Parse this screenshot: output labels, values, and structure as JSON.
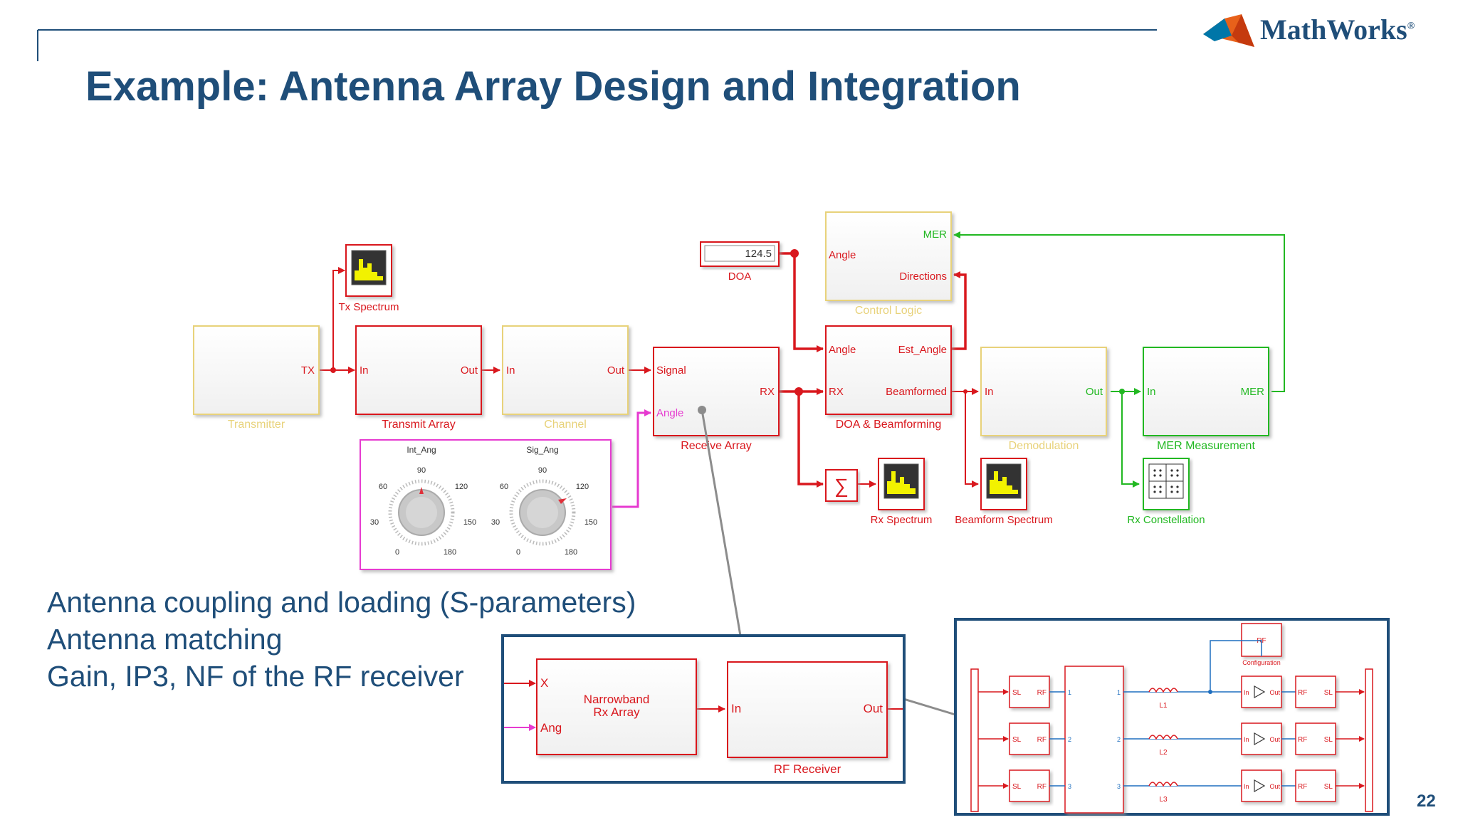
{
  "slide": {
    "title": "Example: Antenna Array Design and Integration",
    "logo": "MathWorks",
    "page_number": "22"
  },
  "bullets": [
    "Antenna coupling and loading (S-parameters)",
    "Antenna matching",
    "Gain, IP3, NF of the RF receiver"
  ],
  "model": {
    "transmitter": {
      "name": "Transmitter",
      "port_out": "TX"
    },
    "tx_spectrum": {
      "name": "Tx Spectrum"
    },
    "transmit_array": {
      "name": "Transmit Array",
      "port_in": "In",
      "port_out": "Out"
    },
    "channel": {
      "name": "Channel",
      "port_in": "In",
      "port_out": "Out"
    },
    "receive_array": {
      "name": "Receive Array",
      "port_signal": "Signal",
      "port_angle": "Angle",
      "port_out": "RX"
    },
    "doa_display": {
      "name": "DOA",
      "value": "124.5"
    },
    "control_logic": {
      "name": "Control Logic",
      "port_angle": "Angle",
      "port_mer": "MER",
      "port_directions": "Directions"
    },
    "doa_beamforming": {
      "name": "DOA & Beamforming",
      "port_angle": "Angle",
      "port_rx": "RX",
      "port_est_angle": "Est_Angle",
      "port_beamformed": "Beamformed"
    },
    "demodulation": {
      "name": "Demodulation",
      "port_in": "In",
      "port_out": "Out"
    },
    "mer_measurement": {
      "name": "MER Measurement",
      "port_in": "In",
      "port_out": "MER"
    },
    "rx_spectrum": {
      "name": "Rx Spectrum"
    },
    "beamform_spectrum": {
      "name": "Beamform Spectrum"
    },
    "rx_constellation": {
      "name": "Rx Constellation"
    },
    "knobs": {
      "knob1": {
        "label": "Int_Ang",
        "ticks": [
          "0",
          "30",
          "60",
          "90",
          "120",
          "150",
          "180"
        ]
      },
      "knob2": {
        "label": "Sig_Ang",
        "ticks": [
          "0",
          "30",
          "60",
          "90",
          "120",
          "150",
          "180"
        ]
      }
    }
  },
  "subsystem": {
    "narrowband": {
      "name": "Narrowband Rx Array",
      "line1": "Narrowband",
      "line2": "Rx Array",
      "port_x": "X",
      "port_ang": "Ang"
    },
    "rf_receiver": {
      "name": "RF Receiver",
      "port_in": "In",
      "port_out": "Out"
    }
  },
  "rf_detail": {
    "config": {
      "label": "RF",
      "caption": "Configuration"
    },
    "rows": [
      {
        "sl": "SL",
        "rf": "RF",
        "in_port": "1",
        "out_port": "1",
        "inductor": "L1",
        "amp_in": "In",
        "amp_out": "Out",
        "rf2": "RF",
        "sl2": "SL"
      },
      {
        "sl": "SL",
        "rf": "RF",
        "in_port": "2",
        "out_port": "2",
        "inductor": "L2",
        "amp_in": "In",
        "amp_out": "Out",
        "rf2": "RF",
        "sl2": "SL"
      },
      {
        "sl": "SL",
        "rf": "RF",
        "in_port": "3",
        "out_port": "3",
        "inductor": "L3",
        "amp_in": "In",
        "amp_out": "Out",
        "rf2": "RF",
        "sl2": "SL"
      }
    ]
  },
  "colors": {
    "title": "#1f4e79",
    "red": "#d9181e",
    "green": "#22b822",
    "magenta": "#e63ad0",
    "yellow_label": "#e8d27a",
    "blue_frame": "#1f4e79"
  }
}
